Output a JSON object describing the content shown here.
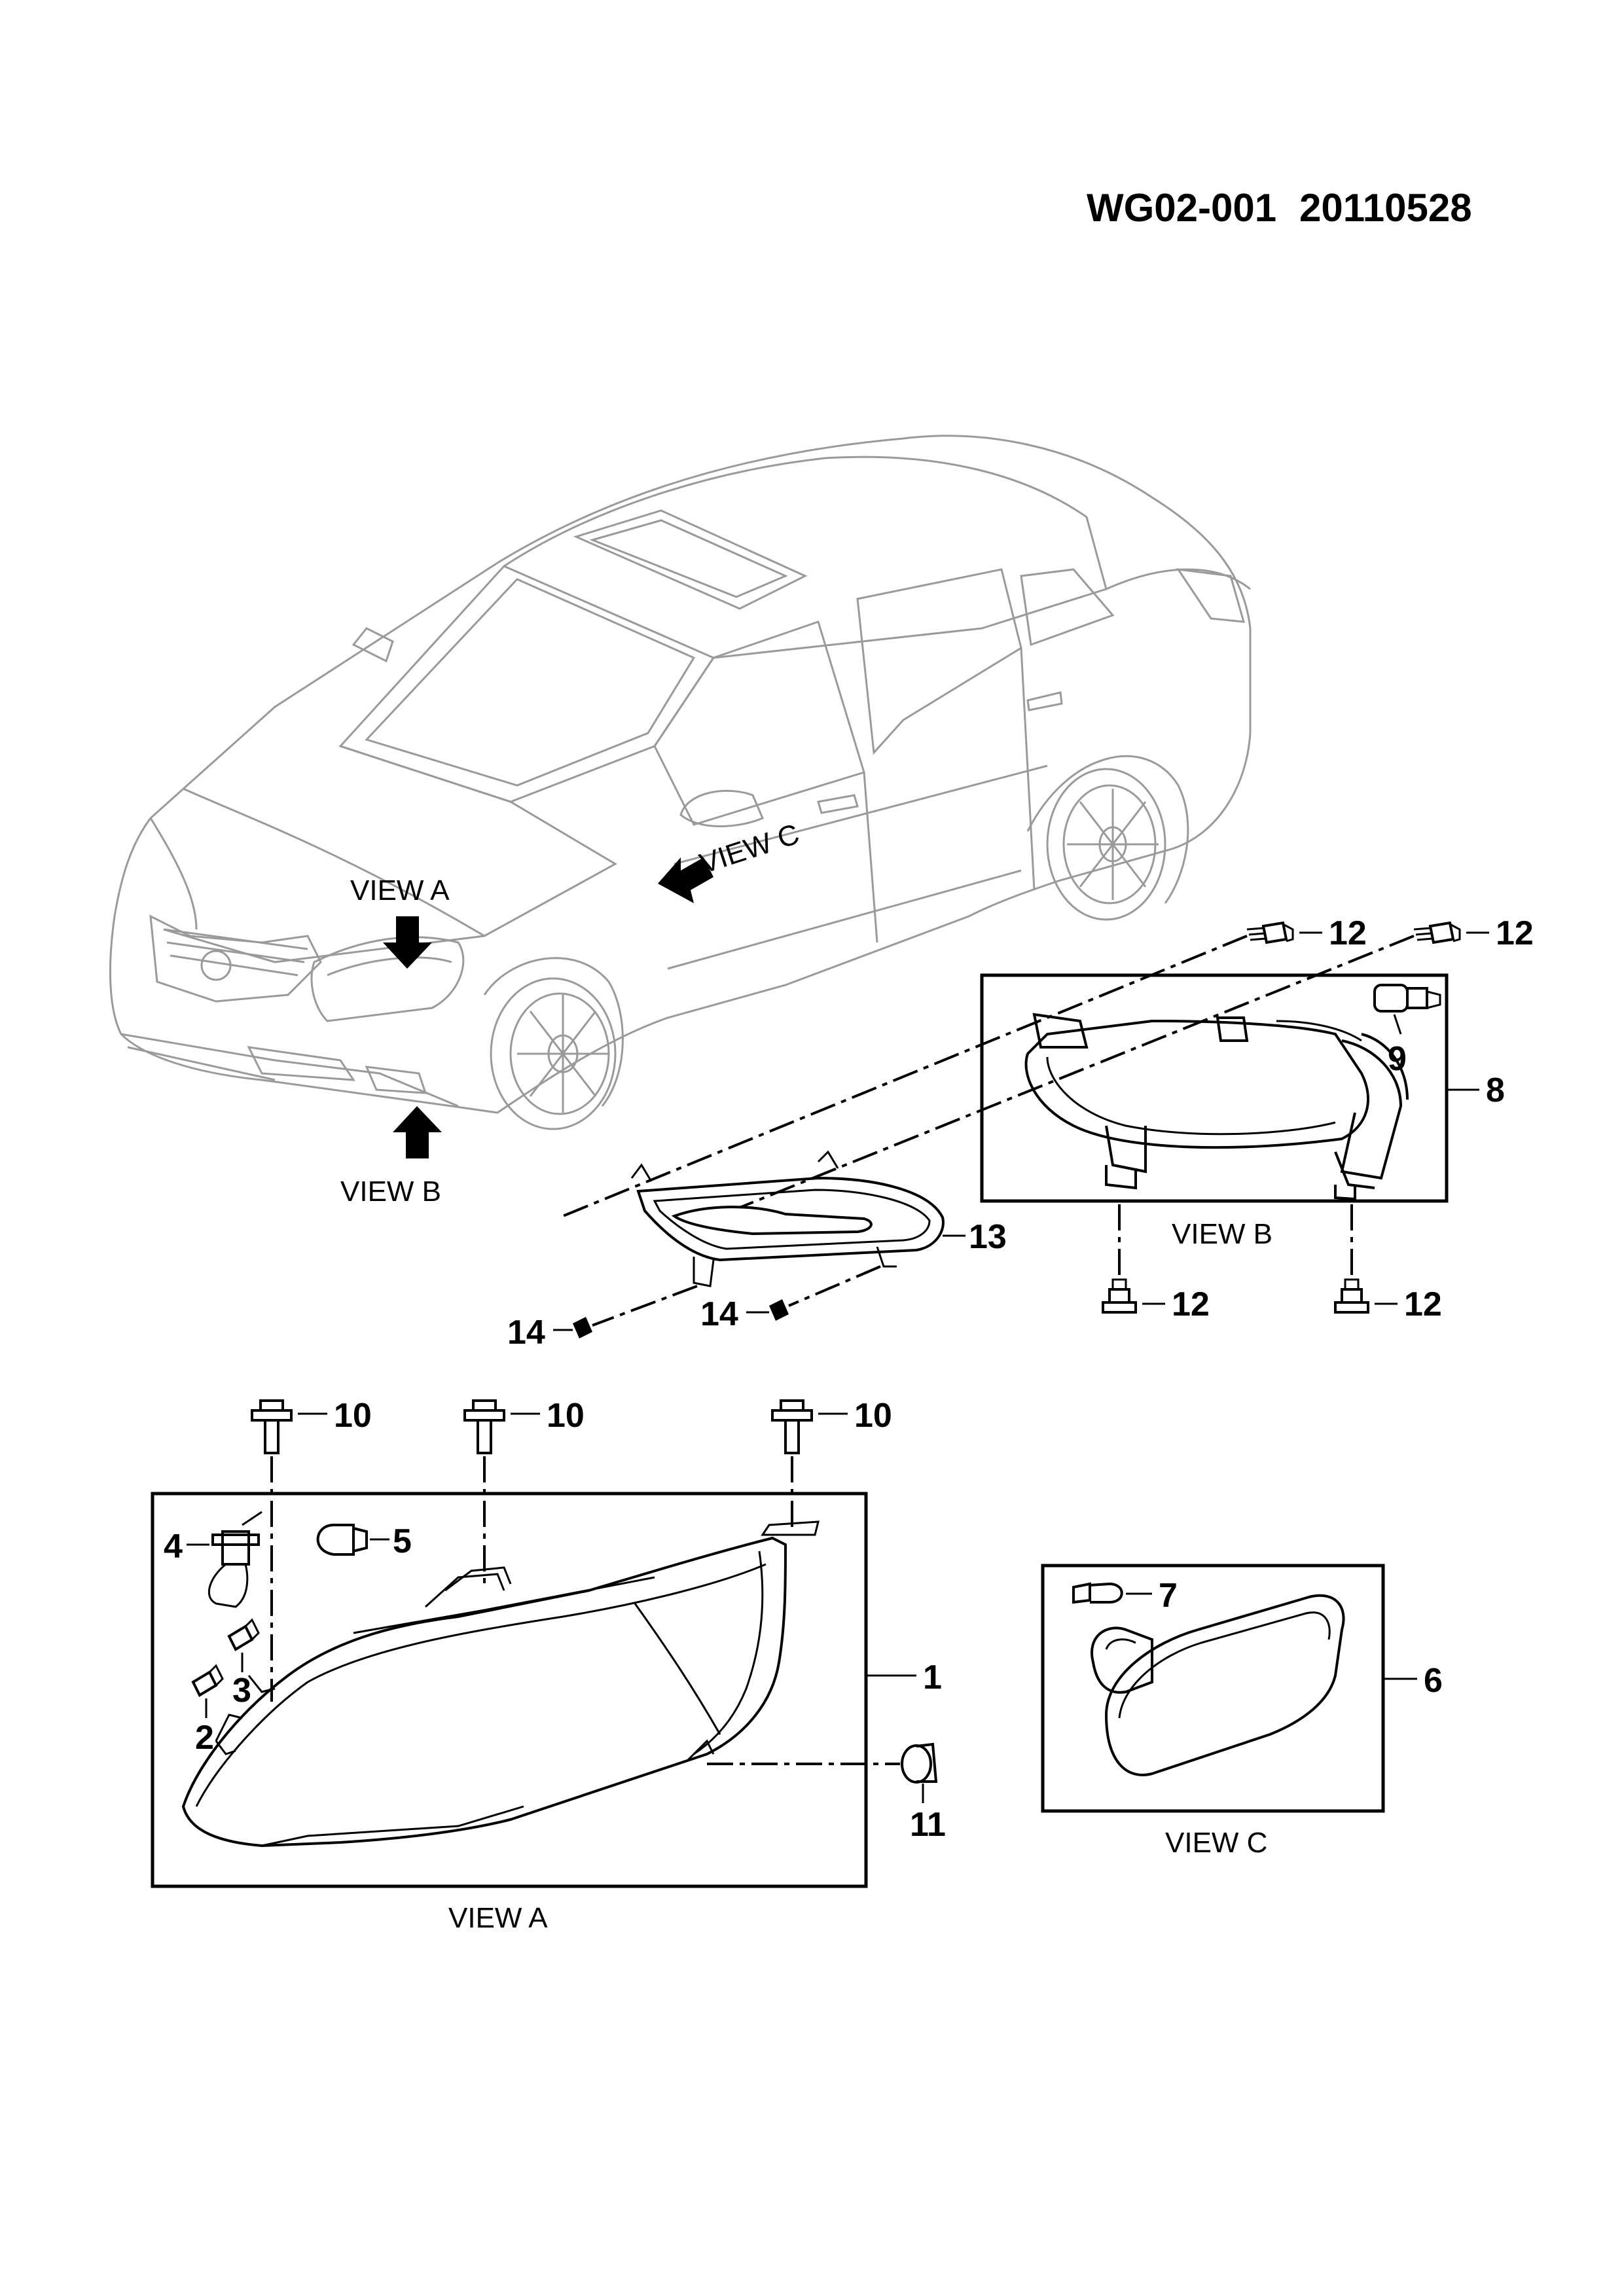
{
  "header": {
    "code": "WG02-001",
    "date": "20110528"
  },
  "views": {
    "a": "VIEW A",
    "b": "VIEW B",
    "c": "VIEW C"
  },
  "callouts": {
    "p1": "1",
    "p2": "2",
    "p3": "3",
    "p4": "4",
    "p5": "5",
    "p6": "6",
    "p7": "7",
    "p8": "8",
    "p9": "9",
    "p10": "10",
    "p11": "11",
    "p12": "12",
    "p13": "13",
    "p14": "14"
  }
}
